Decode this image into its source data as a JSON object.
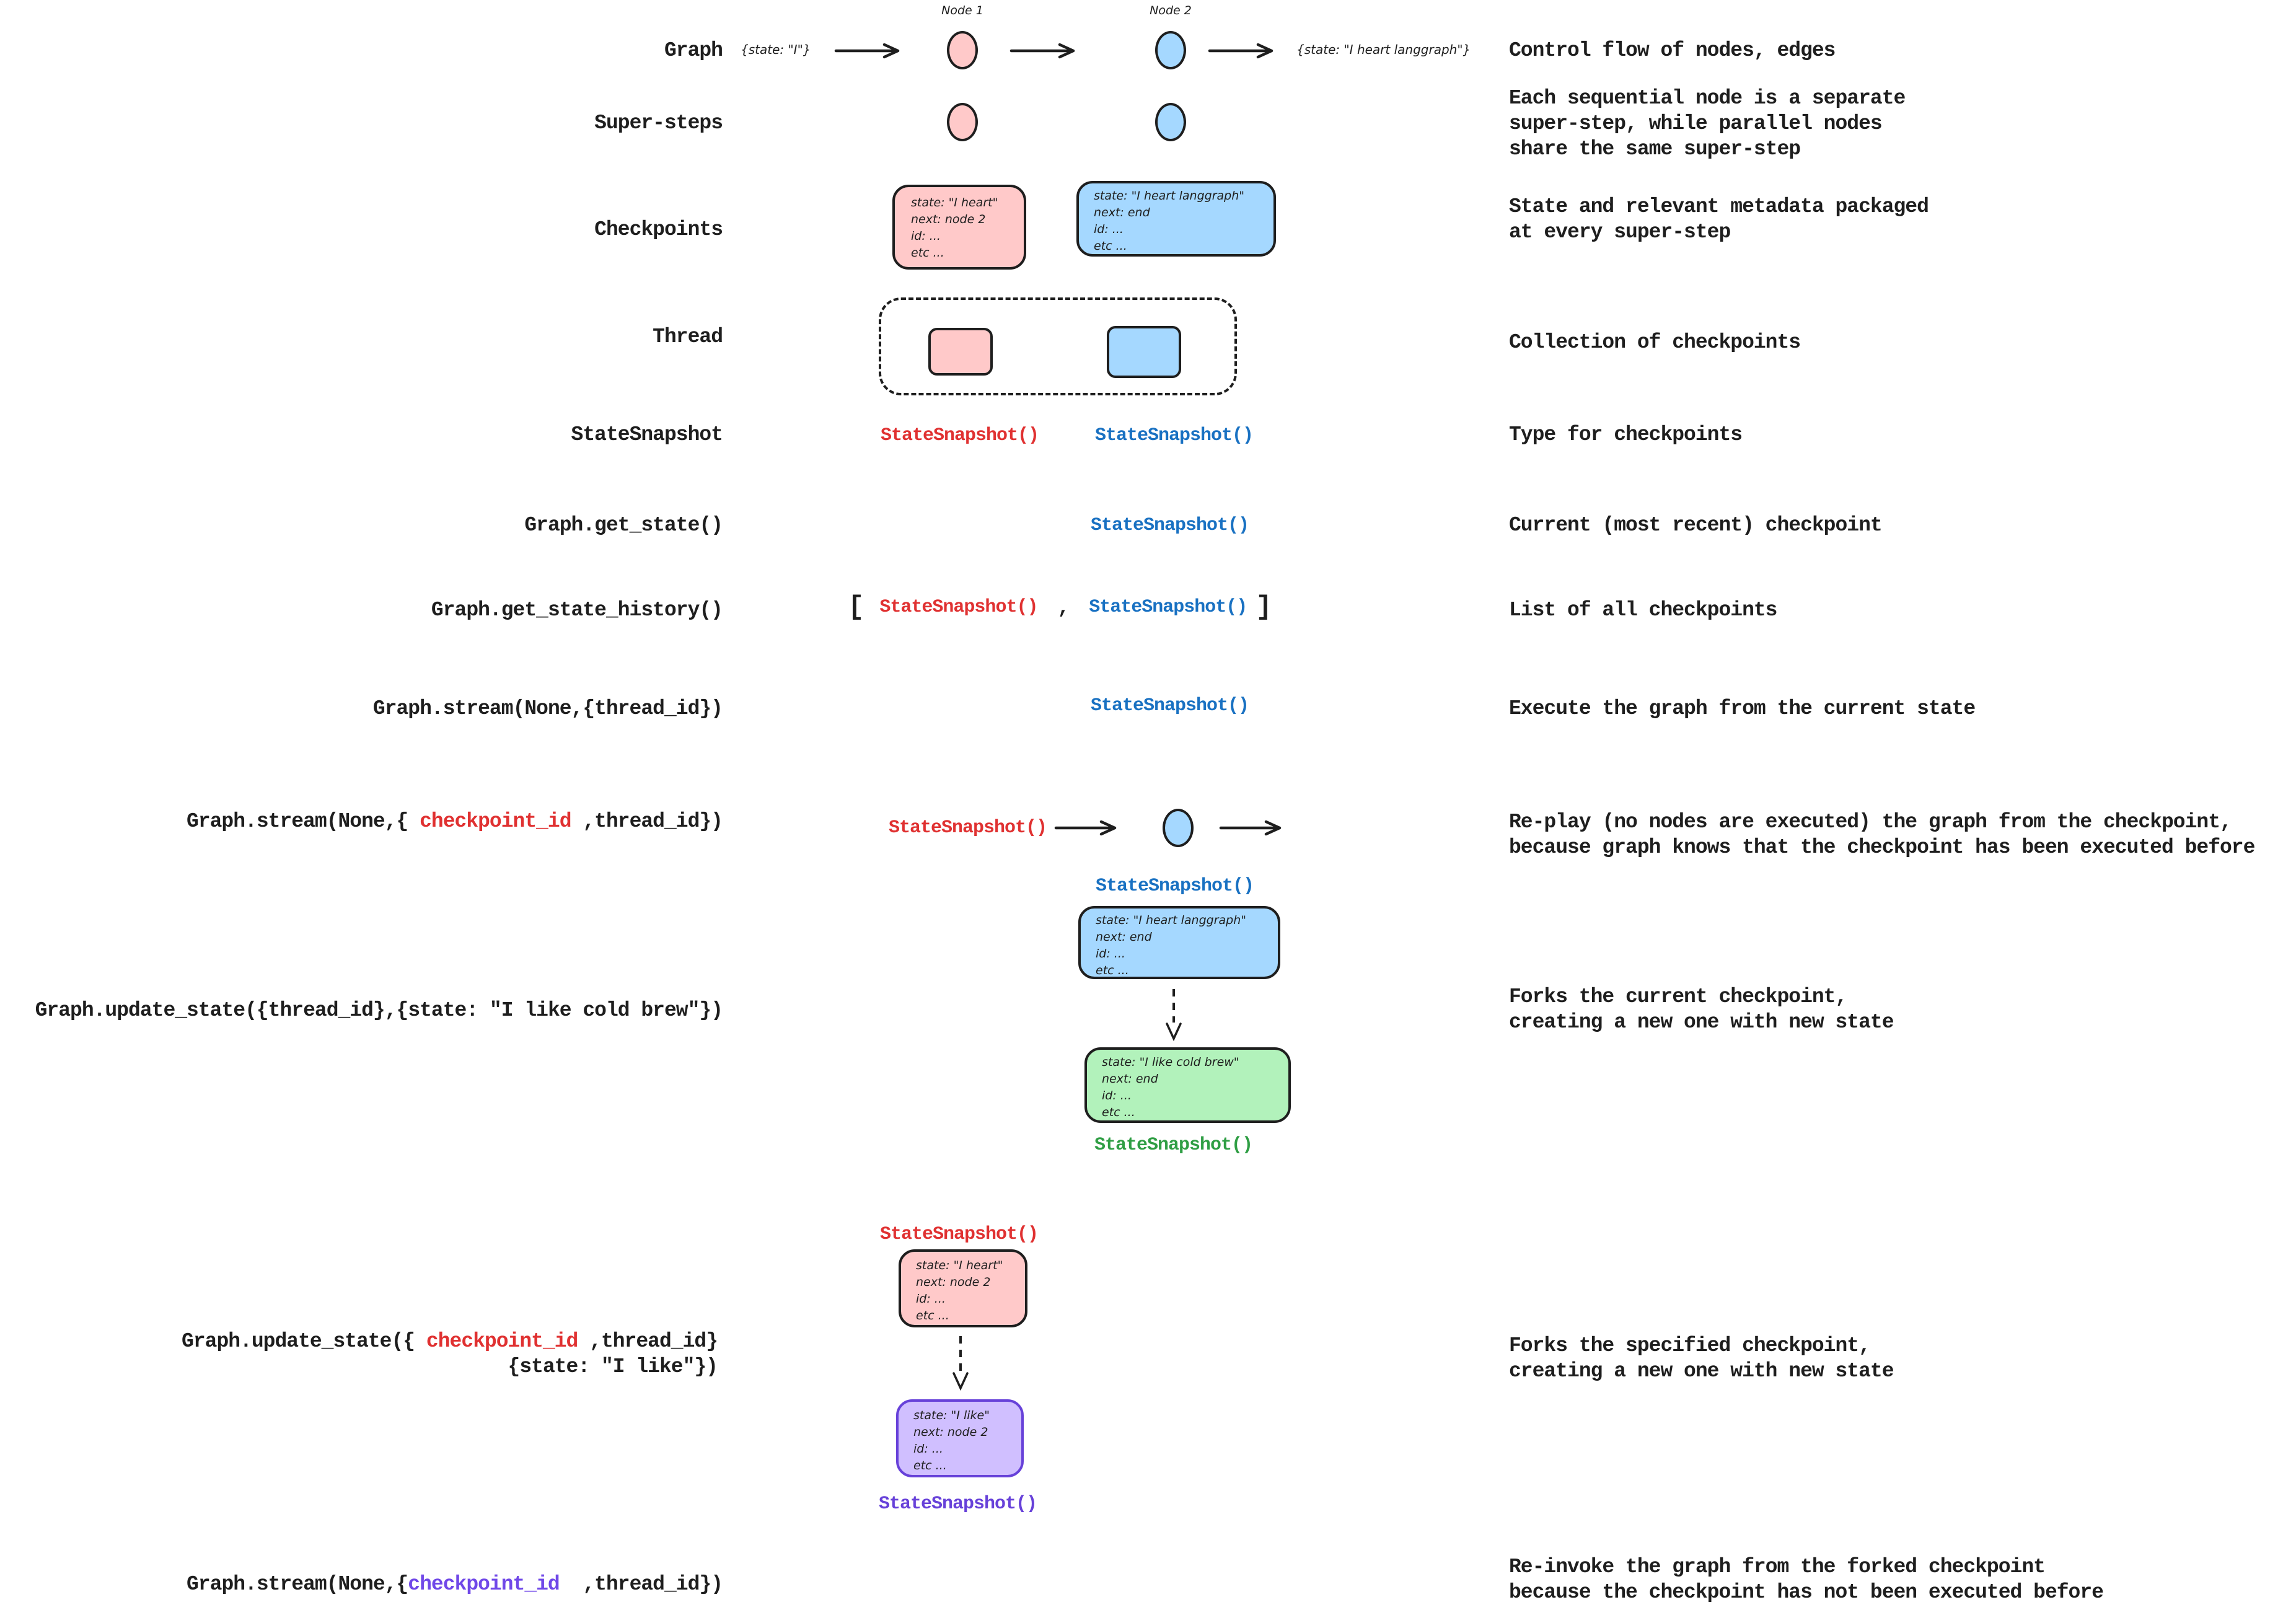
{
  "palette": {
    "ink": "#1e1e1e",
    "red": "#e03131",
    "blue": "#1971c2",
    "green": "#2f9e44",
    "purple": "#6741d9",
    "violet": "#7048e8",
    "pink_fill": "#ffc9c9",
    "blue_fill": "#a5d8ff",
    "green_fill": "#b2f2bb",
    "purple_fill": "#d0bfff"
  },
  "tokens": {
    "snapshot": "StateSnapshot()",
    "bracket_open": "[",
    "comma": ",",
    "bracket_close": "]"
  },
  "graph_row": {
    "label": "Graph",
    "node1": "Node 1",
    "node2": "Node 2",
    "input": "{state: \"I\"}",
    "output": "{state: \"I heart langgraph\"}",
    "desc": "Control flow of nodes, edges"
  },
  "super_steps": {
    "label": "Super-steps",
    "desc": [
      "Each sequential node is a separate",
      "super-step, while parallel nodes",
      "share the same super-step"
    ]
  },
  "checkpoints": {
    "label": "Checkpoints",
    "desc": [
      "State and relevant metadata packaged",
      "at every super-step"
    ]
  },
  "thread": {
    "label": "Thread",
    "desc": "Collection of checkpoints"
  },
  "state_snapshot": {
    "label": "StateSnapshot",
    "desc": "Type for checkpoints"
  },
  "get_state": {
    "label": "Graph.get_state()",
    "desc": "Current (most recent) checkpoint"
  },
  "get_state_history": {
    "label": "Graph.get_state_history()",
    "desc": "List of all checkpoints"
  },
  "stream_thread": {
    "label": "Graph.stream(None,{thread_id})",
    "desc": "Execute the graph from the current state"
  },
  "stream_checkpoint": {
    "label_prefix": "Graph.stream(None,{ ",
    "label_highlight": "checkpoint_id",
    "label_suffix": " ,thread_id})",
    "desc": [
      "Re-play (no nodes are executed) the graph from the checkpoint,",
      "because graph knows that the checkpoint has been executed before"
    ]
  },
  "update_state_thread": {
    "label": "Graph.update_state({thread_id},{state: \"I like cold brew\"})",
    "desc": [
      "Forks the current checkpoint,",
      "creating a new one with new state"
    ]
  },
  "update_state_checkpoint": {
    "label_prefix": "Graph.update_state({ ",
    "label_highlight": "checkpoint_id",
    "label_suffix": " ,thread_id}",
    "label_line2": "{state: \"I like\"})",
    "desc": [
      "Forks the specified checkpoint,",
      "creating a new one with new state"
    ]
  },
  "stream_forked": {
    "label_prefix": "Graph.stream(None,{",
    "label_highlight": "checkpoint_id",
    "label_suffix": "  ,thread_id})",
    "desc": [
      "Re-invoke the graph from the forked checkpoint",
      "because the checkpoint has not been executed before"
    ]
  },
  "cards": {
    "heart": [
      "state: \"I heart\"",
      "next: node 2",
      "id: ...",
      "etc ..."
    ],
    "langgraph": [
      "state: \"I heart langgraph\"",
      "next: end",
      "id: ...",
      "etc ..."
    ],
    "coldbrew": [
      "state: \"I like cold brew\"",
      "next: end",
      "id: ...",
      "etc ..."
    ],
    "like": [
      "state: \"I like\"",
      "next: node 2",
      "id: ...",
      "etc ..."
    ]
  }
}
